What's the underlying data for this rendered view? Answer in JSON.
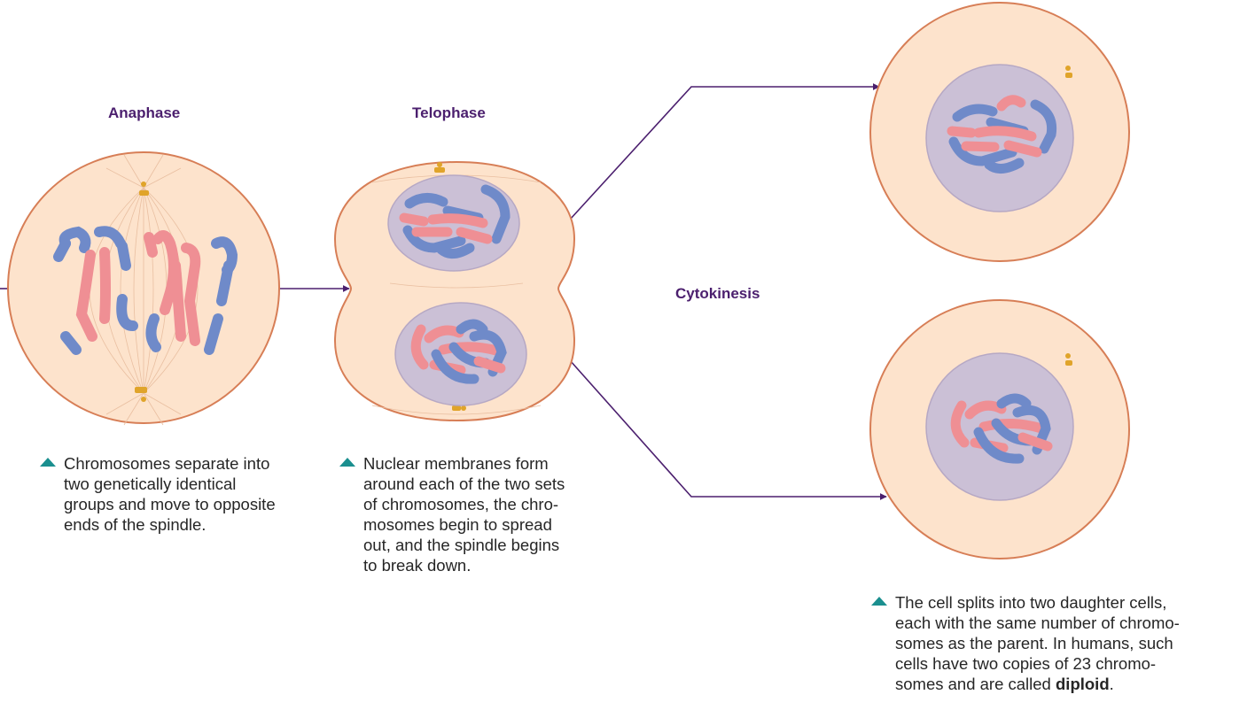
{
  "stages": {
    "anaphase": "Anaphase",
    "telophase": "Telophase",
    "cytokinesis": "Cytokinesis"
  },
  "captions": {
    "anaphase": [
      "Chromosomes separate into",
      "two genetically identical",
      "groups and move to opposite",
      "ends of the spindle."
    ],
    "telophase": [
      "Nuclear membranes form",
      "around each of the two sets",
      "of chromosomes, the chro-",
      "mosomes begin to spread",
      "out, and the spindle begins",
      "to break down."
    ],
    "cytokinesis": {
      "lines": [
        "The cell splits into two daughter cells,",
        "each with the same number of chromo-",
        "somes as the parent. In humans, such",
        "cells have two copies of 23 chromo-"
      ],
      "last_line_prefix": "somes and are called ",
      "last_line_bold": "diploid",
      "last_line_suffix": "."
    }
  },
  "colors": {
    "cell_fill": "#fde3cc",
    "cell_stroke": "#d77e56",
    "nucleus_fill": "#cbc0d6",
    "chromosome_blue": "#6f8ac9",
    "chromosome_pink": "#ef8f94",
    "arrow": "#4b1f6e",
    "centriole": "#e0a42a",
    "caption_marker": "#1a8f8f"
  }
}
